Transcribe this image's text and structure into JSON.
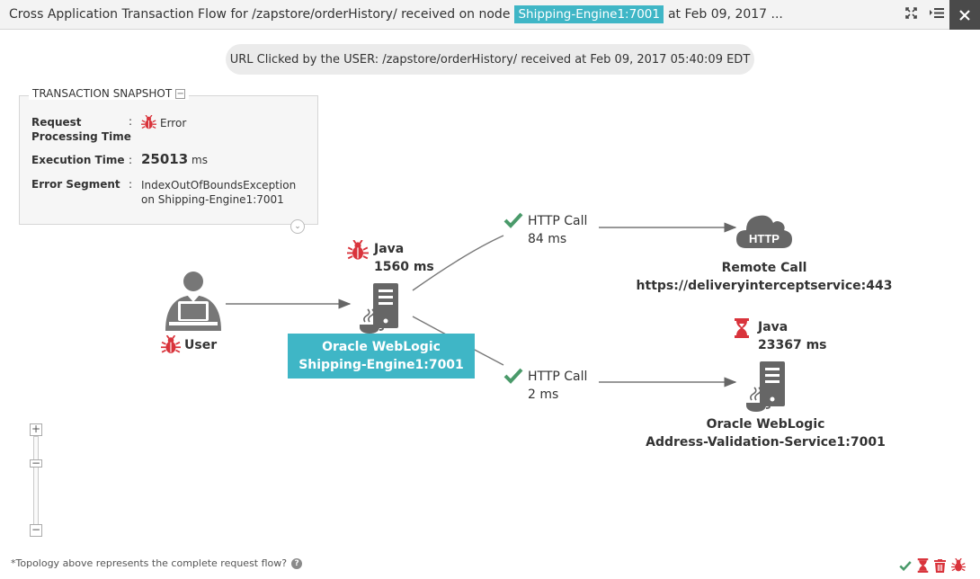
{
  "window": {
    "title_prefix": "Cross Application Transaction Flow for /zapstore/orderHistory/ received on node",
    "title_node": "Shipping-Engine1:7001",
    "title_suffix": "at Feb 09, 2017 ..."
  },
  "url_banner": "URL Clicked by the USER: /zapstore/orderHistory/ received at Feb 09, 2017 05:40:09 EDT",
  "snapshot": {
    "legend": "TRANSACTION SNAPSHOT",
    "rows": [
      {
        "label_line1": "Request",
        "label_line2": "Processing Time",
        "value": "Error"
      },
      {
        "label": "Execution Time",
        "value": "25013",
        "unit": "ms"
      },
      {
        "label": "Error Segment",
        "value_line1": "IndexOutOfBoundsException",
        "value_line2": "on Shipping-Engine1:7001"
      }
    ]
  },
  "topology": {
    "user": {
      "label": "User"
    },
    "java_main": {
      "title": "Java",
      "time": "1560 ms"
    },
    "selected_node": {
      "line1": "Oracle WebLogic",
      "line2": "Shipping-Engine1:7001"
    },
    "http_call_1": {
      "title": "HTTP Call",
      "time": "84 ms"
    },
    "http_call_2": {
      "title": "HTTP Call",
      "time": "2 ms"
    },
    "remote_call": {
      "cloud_text": "HTTP",
      "title": "Remote Call",
      "url": "https://deliveryinterceptservice:443"
    },
    "java_remote": {
      "title": "Java",
      "time": "23367 ms"
    },
    "address_node": {
      "line1": "Oracle WebLogic",
      "line2": "Address-Validation-Service1:7001"
    }
  },
  "zoom": {
    "plus": "+",
    "minus": "−"
  },
  "footnote": "*Topology above represents the complete request flow?",
  "colors": {
    "accent": "#3fb6c6",
    "error": "#d9343c",
    "ok": "#4a9a6a",
    "node_gray": "#666666"
  }
}
